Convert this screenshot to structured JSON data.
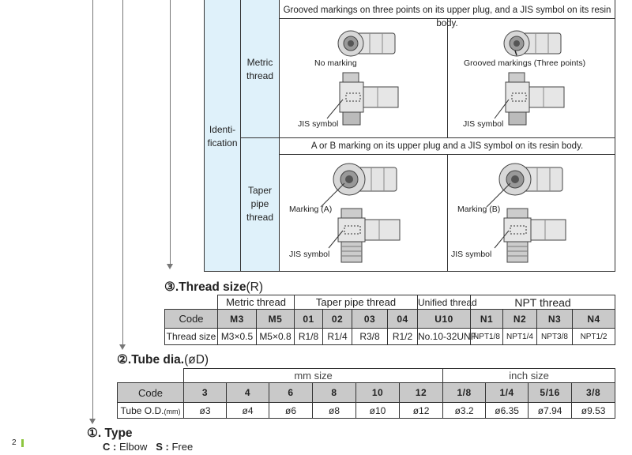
{
  "identification": {
    "row_label": "Identi-\nfication",
    "metric": {
      "label": "Metric\nthread",
      "description": "Grooved markings on three points on its upper plug, and a JIS symbol on its resin body.",
      "left_marking": "No marking",
      "right_marking": "Grooved markings (Three points)",
      "jis": "JIS symbol"
    },
    "taper": {
      "label": "Taper\npipe\nthread",
      "description": "A or B marking on its upper plug and a JIS symbol on its resin body.",
      "left_marking": "Marking (A)",
      "right_marking": "Marking (B)",
      "jis": "JIS symbol"
    }
  },
  "thread_size": {
    "title": "③.Thread size",
    "symbol": "(R)",
    "groups": [
      "Metric thread",
      "Taper pipe thread",
      "Unified thread",
      "NPT thread"
    ],
    "code_label": "Code",
    "size_label": "Thread size",
    "codes": [
      "M3",
      "M5",
      "01",
      "02",
      "03",
      "04",
      "U10",
      "N1",
      "N2",
      "N3",
      "N4"
    ],
    "sizes": [
      "M3×0.5",
      "M5×0.8",
      "R1/8",
      "R1/4",
      "R3/8",
      "R1/2",
      "No.10-32UNF",
      "NPT1/8",
      "NPT1/4",
      "NPT3/8",
      "NPT1/2"
    ]
  },
  "tube_dia": {
    "title": "②.Tube dia.",
    "symbol": "(øD)",
    "groups": [
      "mm size",
      "inch size"
    ],
    "code_label": "Code",
    "od_label": "Tube O.D.",
    "od_unit": "(mm)",
    "codes": [
      "3",
      "4",
      "6",
      "8",
      "10",
      "12",
      "1/8",
      "1/4",
      "5/16",
      "3/8"
    ],
    "values": [
      "ø3",
      "ø4",
      "ø6",
      "ø8",
      "ø10",
      "ø12",
      "ø3.2",
      "ø6.35",
      "ø7.94",
      "ø9.53"
    ]
  },
  "type": {
    "title": "①. Type",
    "c_code": "C :",
    "c_name": "Elbow",
    "s_code": "S :",
    "s_name": "Free"
  },
  "page_number": "2"
}
